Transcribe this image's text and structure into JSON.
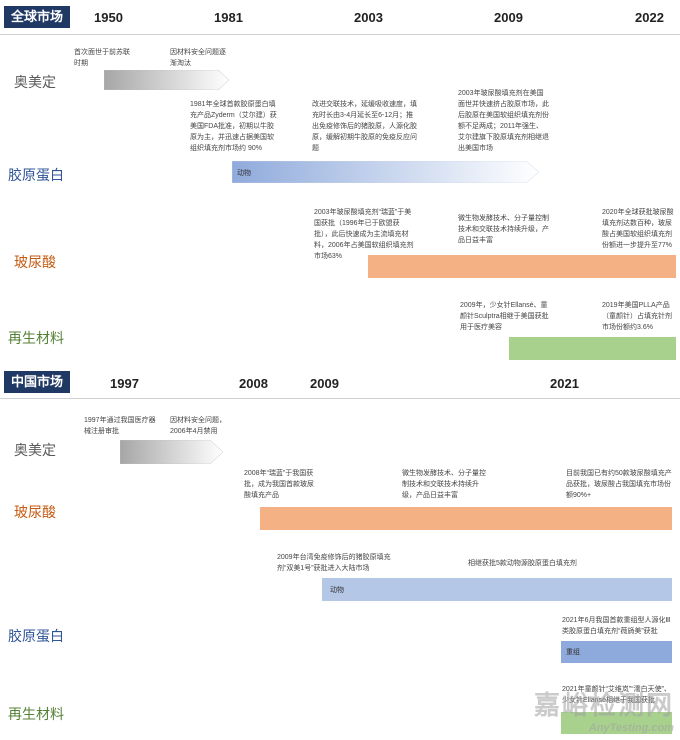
{
  "global": {
    "badge": "全球市场",
    "years": [
      "1950",
      "1981",
      "2003",
      "2009",
      "2022"
    ],
    "categories": {
      "botox": "奥美定",
      "collagen": "胶原蛋白",
      "hyaluronic": "玻尿酸",
      "regen": "再生材料"
    },
    "notes": {
      "botox_1": "首次面世于前苏联时期",
      "botox_2": "因材料安全问题逐渐淘汰",
      "col_1": "1981年全球首款胶原蛋白填充产品Zyderm（艾尔建）获美国FDA批准，初期以牛胶原为主，并迅速占据美国软组织填充剂市场约 90%",
      "col_2": "改进交联技术，延缓吸收速度，填充时长由3-4月延长至6-12月；推出免疫修饰后的猪胶原，人源化胶原，缓解初期牛胶原的免疫反应问题",
      "col_3": "2003年玻尿酸填充剂在美国面世并快速挤占胶原市场，此后胶原在美国软组织填充剂份额不足两成；2011年强生、艾尔建旗下胶原填充剂相继退出美国市场",
      "ha_1": "2003年玻尿酸填充剂“瑞蓝”于美国获批（1996年已于欧盟获批），此后快速成为主流填充材料，2006年占美国软组织填充剂市场63%",
      "ha_2": "微生物发酵技术、分子量控制技术和交联技术持续升级，产品日益丰富",
      "ha_3": "2020年全球获批玻尿酸填充剂达数百种，玻尿酸占美国软组织填充剂份额进一步提升至77%",
      "regen_1": "2009年，少女针Ellansé、童颜针Sculptra相继于美国获批用于医疗美容",
      "regen_2": "2019年美国PLLA产品（童颜针）占填充针剂市场份额约3.6%"
    },
    "bar_labels": {
      "animal": "动物"
    }
  },
  "china": {
    "badge": "中国市场",
    "years": [
      "1997",
      "2008",
      "2009",
      "2021"
    ],
    "categories": {
      "botox": "奥美定",
      "hyaluronic": "玻尿酸",
      "collagen": "胶原蛋白",
      "regen": "再生材料"
    },
    "notes": {
      "botox_1": "1997年通过我国医疗器械注册审批",
      "botox_2": "因材料安全问题，2006年4月禁用",
      "ha_1": "2008年“瑞蓝”于我国获批，成为我国首款玻尿酸填充产品",
      "ha_2": "微生物发酵技术、分子量控制技术和交联技术持续升级，产品日益丰富",
      "ha_3": "目前我国已有约50款玻尿酸填充产品获批，玻尿酸占我国填充市场份额90%+",
      "col_1": "2009年台湾免疫修饰后的猪胶原填充剂“双美1号”获批进入大陆市场",
      "col_2": "相继获批5款动物源胶原蛋白填充剂",
      "col_3": "2021年6月我国首款重组型人源化Ⅲ类胶原蛋白填充剂“薇旖美”获批",
      "regen_1": "2021年童颜针“艾维岚”“濡白天使”、少女针Ellansé相继于我国获批"
    },
    "bar_labels": {
      "animal": "动物",
      "recombinant": "重组"
    }
  },
  "watermark": {
    "line1": "嘉峪检测网",
    "line2": "AnyTesting.com"
  },
  "colors": {
    "badge": "#1f3864",
    "botox_arrow": "#a6a6a6",
    "collagen_blue": "#8faadc",
    "collagen_deep": "#8ea9db",
    "hyaluronic": "#f4b183",
    "regen": "#a9d18e",
    "cat_botox": "#595959",
    "cat_collagen": "#2f5597",
    "cat_hyaluronic": "#c55a11",
    "cat_regen": "#548235"
  }
}
